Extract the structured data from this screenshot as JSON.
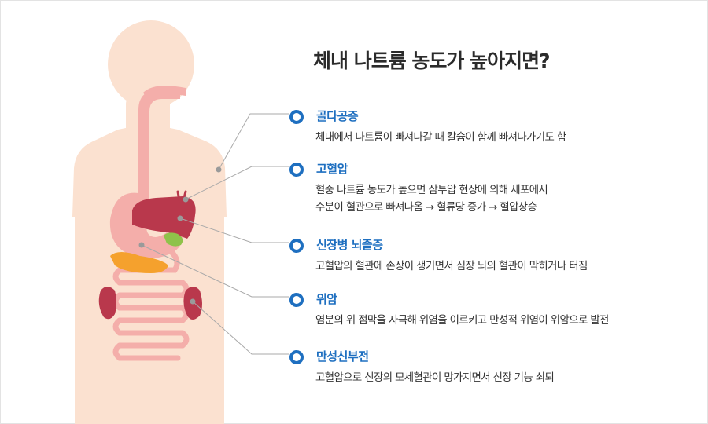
{
  "title": "체내 나트륨 농도가 높아지면?",
  "colors": {
    "accent": "#1e6fc0",
    "body_skin": "#fbe1d0",
    "organ_pink": "#f4aeaa",
    "liver": "#b9384c",
    "gallbladder": "#8fc24a",
    "pancreas": "#f5a12d",
    "leader_line": "#a9a9a9"
  },
  "items": [
    {
      "heading": "골다공증",
      "description": [
        "체내에서 나트륨이 빠져나갈 때 칼슘이 함께 빠져나가기도 함"
      ]
    },
    {
      "heading": "고혈압",
      "description": [
        "혈중 나트륨 농도가 높으면 삼투압 현상에 의해 세포에서",
        "수분이 혈관으로 빠져나옴 → 혈류당 증가 → 혈압상승"
      ]
    },
    {
      "heading": "신장병 뇌졸증",
      "description": [
        "고혈압의 혈관에 손상이 생기면서 심장 뇌의 혈관이 막히거나 터짐"
      ]
    },
    {
      "heading": "위암",
      "description": [
        "염분의 위 점막을 자극해 위염을 이르키고 만성적 위염이 위암으로 발전"
      ]
    },
    {
      "heading": "만성신부전",
      "description": [
        "고혈압으로 신장의 모세혈관이 망가지면서 신장 기능 쇠퇴"
      ]
    }
  ]
}
